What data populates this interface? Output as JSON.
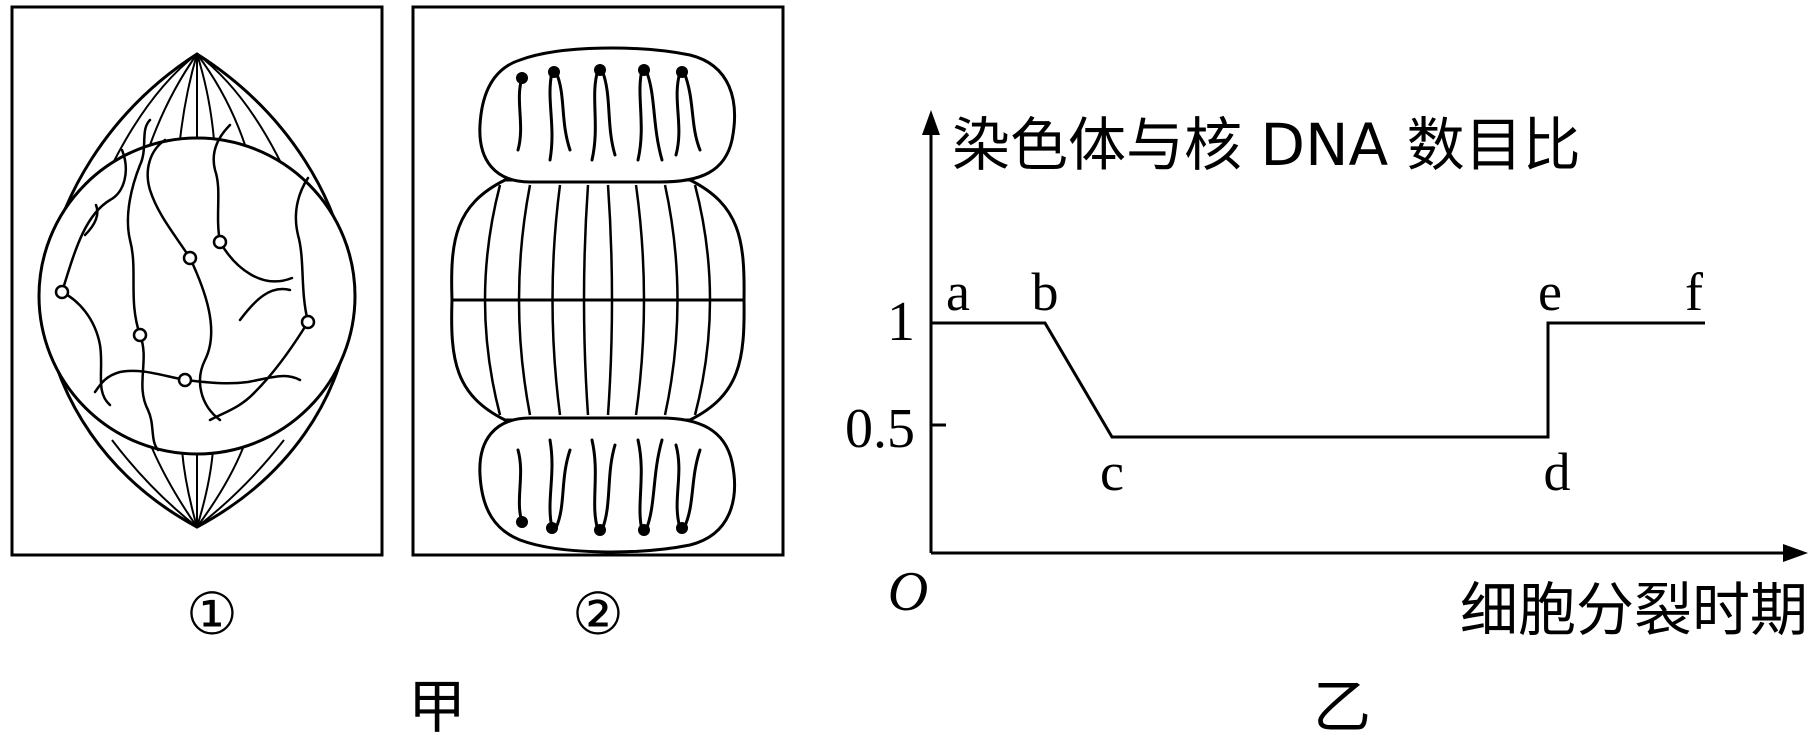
{
  "figure_jia": {
    "label": "甲",
    "panel_1": {
      "label": "①"
    },
    "panel_2": {
      "label": "②"
    }
  },
  "figure_yi": {
    "label": "乙",
    "y_axis_label": "染色体与核 DNA 数目比",
    "x_axis_label": "细胞分裂时期",
    "origin_label": "O",
    "y_ticks": [
      "1",
      "0.5"
    ],
    "point_labels": {
      "a": "a",
      "b": "b",
      "c": "c",
      "d": "d",
      "e": "e",
      "f": "f"
    }
  },
  "chart_data": {
    "type": "line",
    "xlabel": "细胞分裂时期",
    "ylabel": "染色体与核 DNA 数目比",
    "yticks": [
      1,
      0.5
    ],
    "series": [
      {
        "points": [
          {
            "label": "a",
            "y": 1
          },
          {
            "label": "b",
            "y": 1
          },
          {
            "label": "c",
            "y": 0.5
          },
          {
            "label": "d",
            "y": 0.5
          },
          {
            "label": "e",
            "y": 1
          },
          {
            "label": "f",
            "y": 1
          }
        ]
      }
    ]
  }
}
